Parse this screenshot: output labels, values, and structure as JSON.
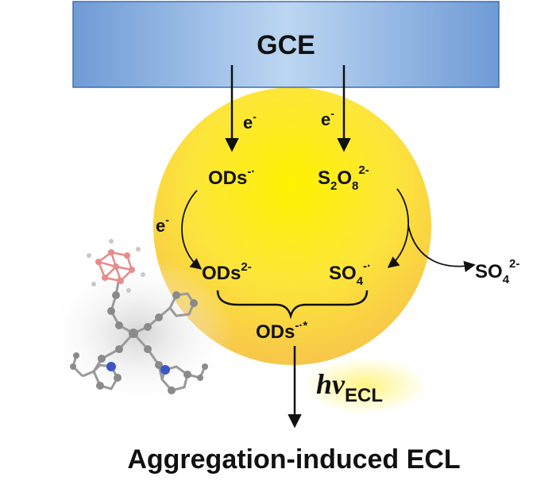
{
  "electrode": {
    "label": "GCE",
    "fill": "#7fa8dc",
    "stroke": "#3f6fae"
  },
  "sphere": {
    "fill_center": "#fff200",
    "fill_edge": "#f7c64a"
  },
  "electron_labels": [
    "e",
    "e",
    "e"
  ],
  "electron_superscript": "-",
  "species": {
    "ods_radical_anion": {
      "base": "ODs",
      "sup": "-·"
    },
    "persulfate": {
      "base1": "S",
      "sub1": "2",
      "base2": "O",
      "sub2": "8",
      "sup": "2-"
    },
    "ods_dianion": {
      "base": "ODs",
      "sup": "2-"
    },
    "sulfate_radical": {
      "base": "SO",
      "sub": "4",
      "sup": "-·"
    },
    "sulfate": {
      "base": "SO",
      "sub": "4",
      "sup": "2-"
    },
    "ods_excited": {
      "base": "ODs",
      "sup": "-·*"
    }
  },
  "emission": {
    "base": "hv",
    "sub": "ECL",
    "glow": "#fff37a"
  },
  "molecule": {
    "cage_color": "#e88a8a",
    "body_color": "#8c8c8c",
    "nitrogen_color": "#3a56c8"
  },
  "caption": "Aggregation-induced ECL"
}
